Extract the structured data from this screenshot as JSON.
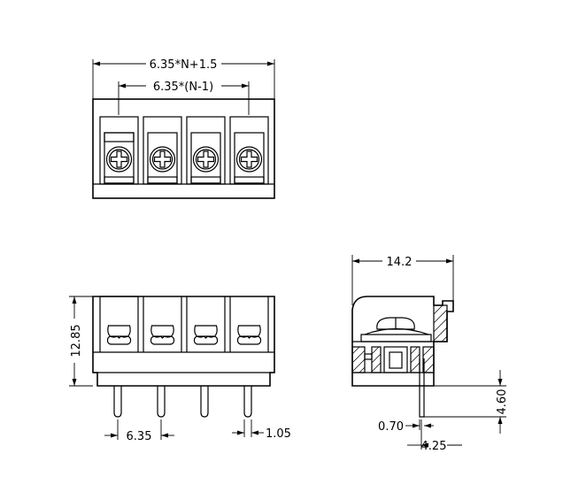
{
  "top_view": {
    "dim_overall": "6.35*N+1.5",
    "dim_pitch_span": "6.35*(N-1)"
  },
  "front_view": {
    "dim_height": "12.85",
    "dim_pitch": "6.35",
    "dim_pin_width": "1.05"
  },
  "side_view": {
    "dim_depth": "14.2",
    "dim_pin_length": "4.60",
    "dim_pin_thickness": "0.70",
    "dim_pin_offset": "4.25"
  },
  "positions": 4
}
